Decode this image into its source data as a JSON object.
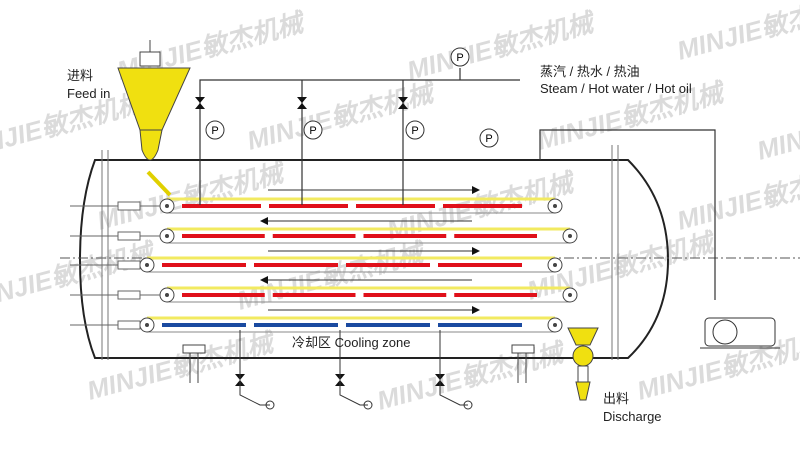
{
  "labels": {
    "feed_cn": "进料",
    "feed_en": "Feed in",
    "medium_cn": "蒸汽 / 热水 / 热油",
    "medium_en": "Steam / Hot water / Hot oil",
    "cooling": "冷却区 Cooling zone",
    "discharge_cn": "出料",
    "discharge_en": "Discharge",
    "gauge": "P"
  },
  "watermark": "MINJIE敏杰机械",
  "colors": {
    "heating": "#e0101a",
    "cooling": "#1a4aa0",
    "belt": "#f2ea60",
    "hopper": "#f0e010",
    "line": "#333333"
  }
}
